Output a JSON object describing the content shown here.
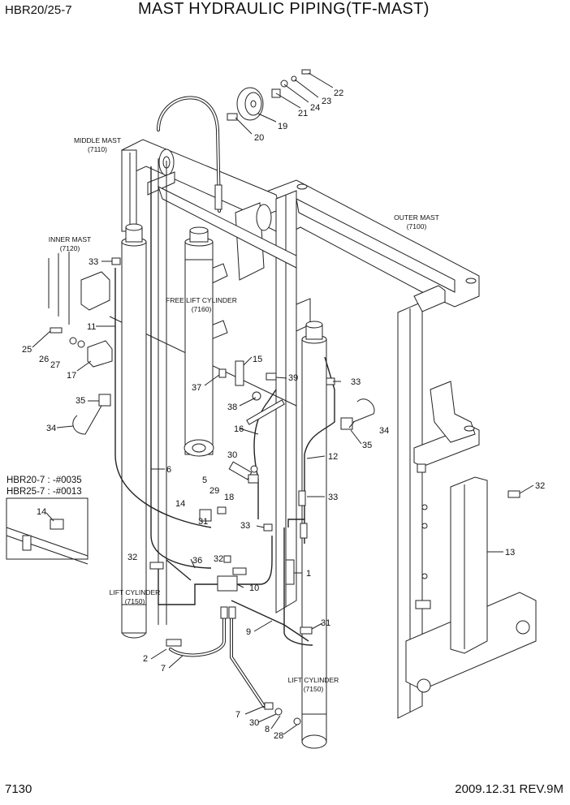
{
  "header": {
    "model": "HBR20/25-7",
    "title": "MAST HYDRAULIC PIPING(TF-MAST)"
  },
  "footer": {
    "page_number": "7130",
    "date_revision": "2009.12.31  REV.9M"
  },
  "serial_notes": [
    "HBR20-7 : -#0035",
    "HBR25-7 : -#0013"
  ],
  "assembly_labels": [
    {
      "name": "MIDDLE MAST",
      "code": "(7110)"
    },
    {
      "name": "INNER MAST",
      "code": "(7120)"
    },
    {
      "name": "FREE LIFT CYLINDER",
      "code": "(7160)"
    },
    {
      "name": "OUTER MAST",
      "code": "(7100)"
    },
    {
      "name": "LIFT CYLINDER",
      "code": "(7150)"
    },
    {
      "name": "LIFT CYLINDER",
      "code": "(7150)"
    }
  ],
  "callouts": [
    "22",
    "24",
    "23",
    "21",
    "19",
    "20",
    "33",
    "11",
    "25",
    "26",
    "27",
    "17",
    "15",
    "37",
    "39",
    "38",
    "16",
    "35",
    "34",
    "6",
    "30",
    "5",
    "29",
    "18",
    "14",
    "31",
    "12",
    "33",
    "35",
    "34",
    "33",
    "32",
    "13",
    "33",
    "36",
    "32",
    "10",
    "1",
    "32",
    "9",
    "31",
    "2",
    "7",
    "7",
    "30",
    "8",
    "28",
    "14"
  ]
}
